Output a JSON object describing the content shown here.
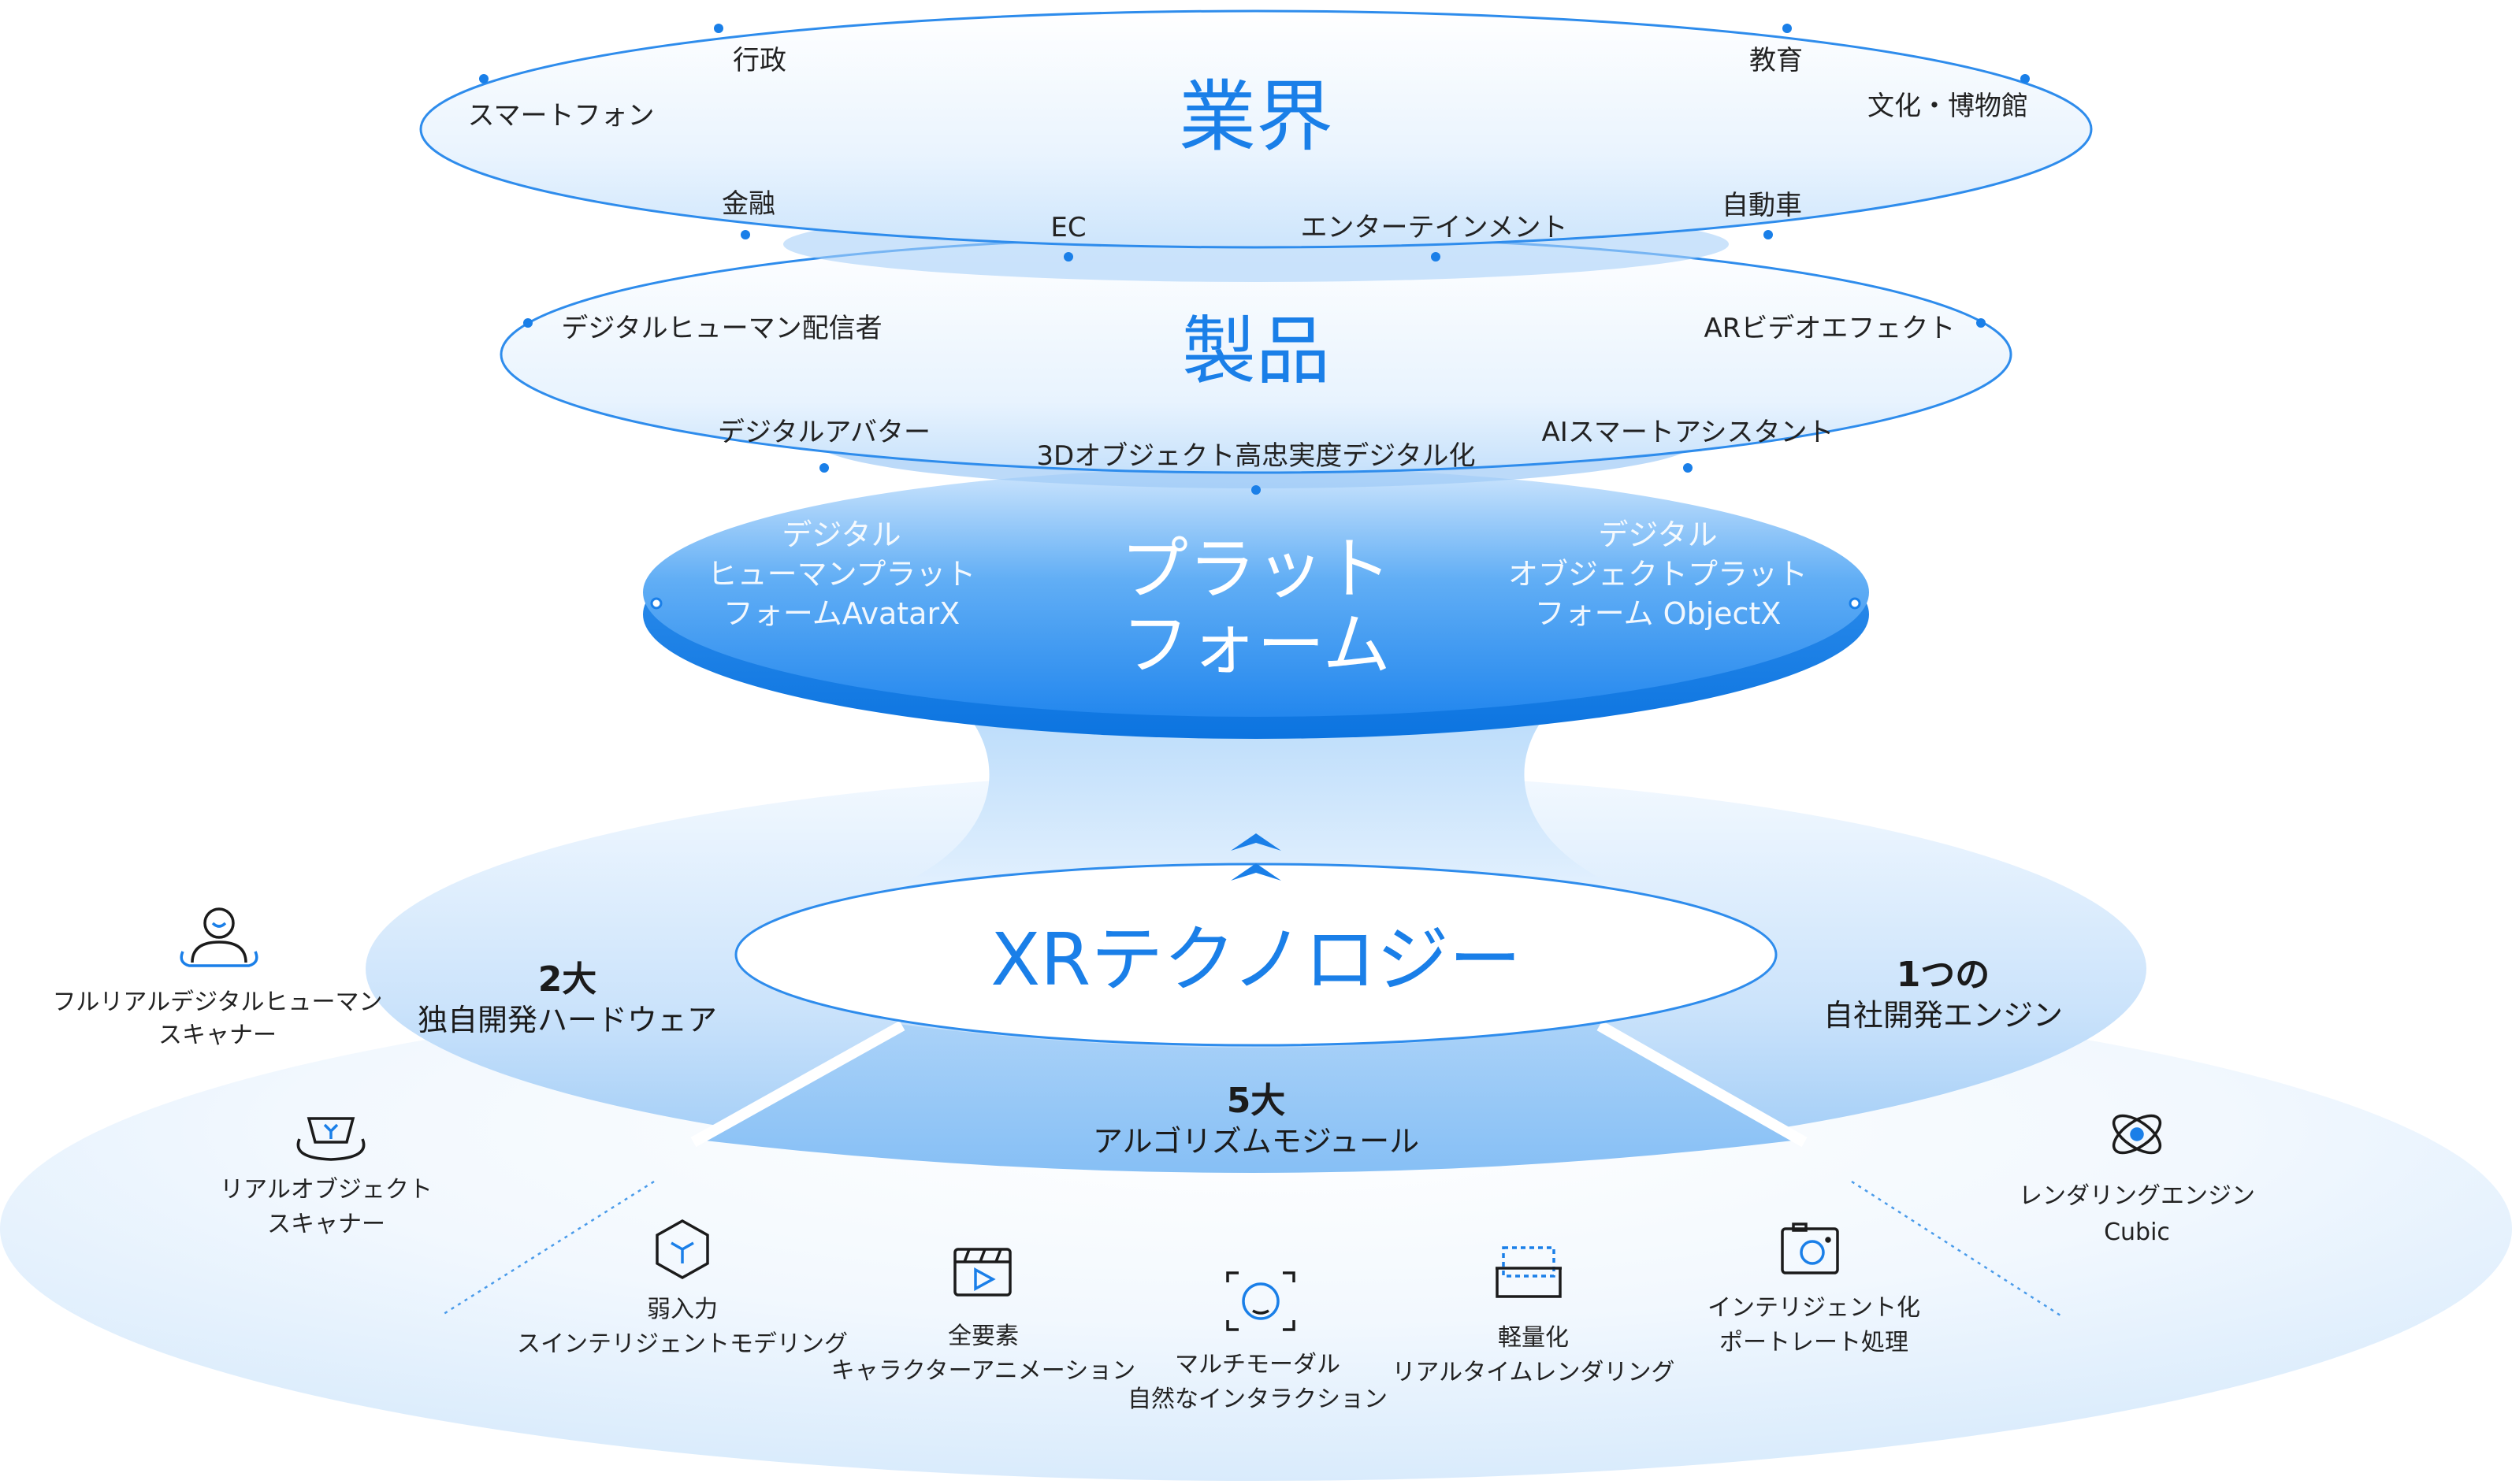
{
  "industry": {
    "title": "業界",
    "items": [
      "行政",
      "教育",
      "スマートフォン",
      "文化・博物館",
      "金融",
      "EC",
      "エンターテインメント",
      "自動車"
    ]
  },
  "product": {
    "title": "製品",
    "items": [
      "デジタルヒューマン配信者",
      "ARビデオエフェクト",
      "デジタルアバター",
      "3Dオブジェクト高忠実度デジタル化",
      "AIスマートアシスタント"
    ]
  },
  "platform": {
    "title_lines": [
      "プラット",
      "フォーム"
    ],
    "left_lines": [
      "デジタル",
      "ヒューマンプラット",
      "フォームAvatarX"
    ],
    "right_lines": [
      "デジタル",
      "オブジェクトプラット",
      "フォーム ObjectX"
    ]
  },
  "xr": {
    "title": "XRテクノロジー",
    "left": {
      "count": "2大",
      "label": "独自開発ハードウェア"
    },
    "right": {
      "count": "1つの",
      "label": "自社開発エンジン"
    },
    "bottom": {
      "count": "5大",
      "label": "アルゴリズムモジュール"
    }
  },
  "hardware_items": [
    {
      "icon": "person-scanner-icon",
      "lines": [
        "フルリアルデジタルヒューマン",
        "スキャナー"
      ]
    },
    {
      "icon": "object-scanner-icon",
      "lines": [
        "リアルオブジェクト",
        "スキャナー"
      ]
    }
  ],
  "engine_items": [
    {
      "icon": "atom-icon",
      "lines": [
        "レンダリングエンジン",
        "Cubic"
      ]
    }
  ],
  "algorithm_items": [
    {
      "icon": "cube-icon",
      "lines": [
        "弱入力",
        "スインテリジェントモデリング"
      ]
    },
    {
      "icon": "video-icon",
      "lines": [
        "全要素",
        "キャラクターアニメーション"
      ]
    },
    {
      "icon": "face-scan-icon",
      "lines": [
        "マルチモーダル",
        "自然なインタラクション"
      ]
    },
    {
      "icon": "lightweight-icon",
      "lines": [
        "軽量化",
        "リアルタイムレンダリング"
      ]
    },
    {
      "icon": "camera-icon",
      "lines": [
        "インテリジェント化",
        "ポートレート処理"
      ]
    }
  ],
  "colors": {
    "primary": "#1a7fe8",
    "deep": "#0f77e3",
    "light": "#dcecfc",
    "text": "#222222"
  }
}
